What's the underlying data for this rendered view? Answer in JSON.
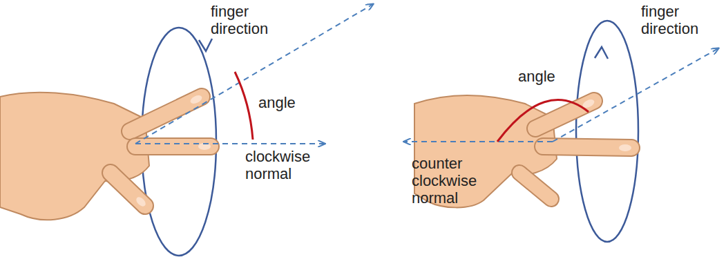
{
  "diagram": {
    "labels": [
      "finger direction",
      "angle",
      "clockwise normal",
      "angle",
      "finger direction",
      "counter clockwise normal"
    ]
  }
}
